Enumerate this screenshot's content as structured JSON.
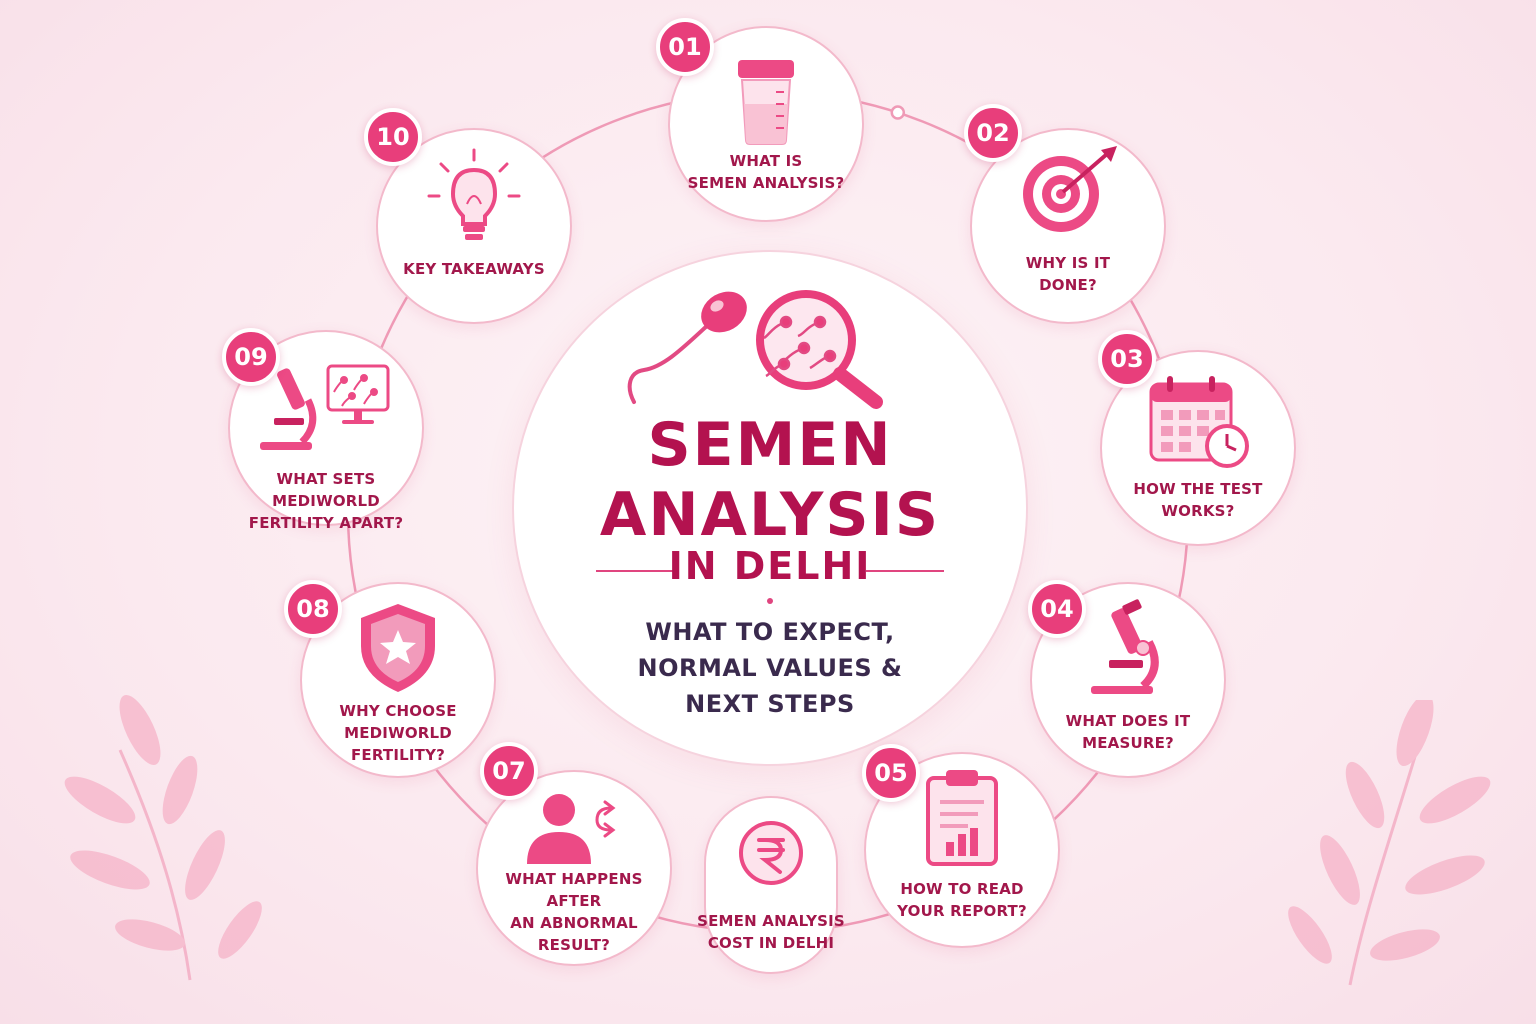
{
  "title": {
    "line1": "SEMEN",
    "line2": "ANALYSIS",
    "line3": "IN DELHI",
    "subtitle": "WHAT TO EXPECT,\nNORMAL VALUES &\nNEXT STEPS"
  },
  "topics": [
    {
      "number": "01",
      "label": "WHAT IS\nSEMEN ANALYSIS?",
      "icon": "specimen-cup-icon"
    },
    {
      "number": "02",
      "label": "WHY IS IT\nDONE?",
      "icon": "target-icon"
    },
    {
      "number": "03",
      "label": "HOW THE TEST\nWORKS?",
      "icon": "calendar-clock-icon"
    },
    {
      "number": "04",
      "label": "WHAT DOES IT\nMEASURE?",
      "icon": "microscope-icon"
    },
    {
      "number": "05",
      "label": "HOW TO READ\nYOUR REPORT?",
      "icon": "clipboard-report-icon"
    },
    {
      "number": "",
      "label": "SEMEN ANALYSIS\nCOST IN DELHI",
      "icon": "rupee-icon"
    },
    {
      "number": "07",
      "label": "WHAT HAPPENS AFTER\nAN ABNORMAL\nRESULT?",
      "icon": "person-arrows-icon"
    },
    {
      "number": "08",
      "label": "WHY CHOOSE\nMEDIWORLD\nFERTILITY?",
      "icon": "shield-star-icon"
    },
    {
      "number": "09",
      "label": "WHAT SETS MEDIWORLD\nFERTILITY APART?",
      "icon": "microscope-monitor-icon"
    },
    {
      "number": "10",
      "label": "KEY TAKEAWAYS",
      "icon": "lightbulb-icon"
    }
  ],
  "colors": {
    "accent": "#e83e7b",
    "title": "#b3124f",
    "subtitle": "#3a2a4d",
    "ring": "#ef9ab6",
    "icon": "#ec4a85",
    "icon_light": "#f9c2d4"
  }
}
